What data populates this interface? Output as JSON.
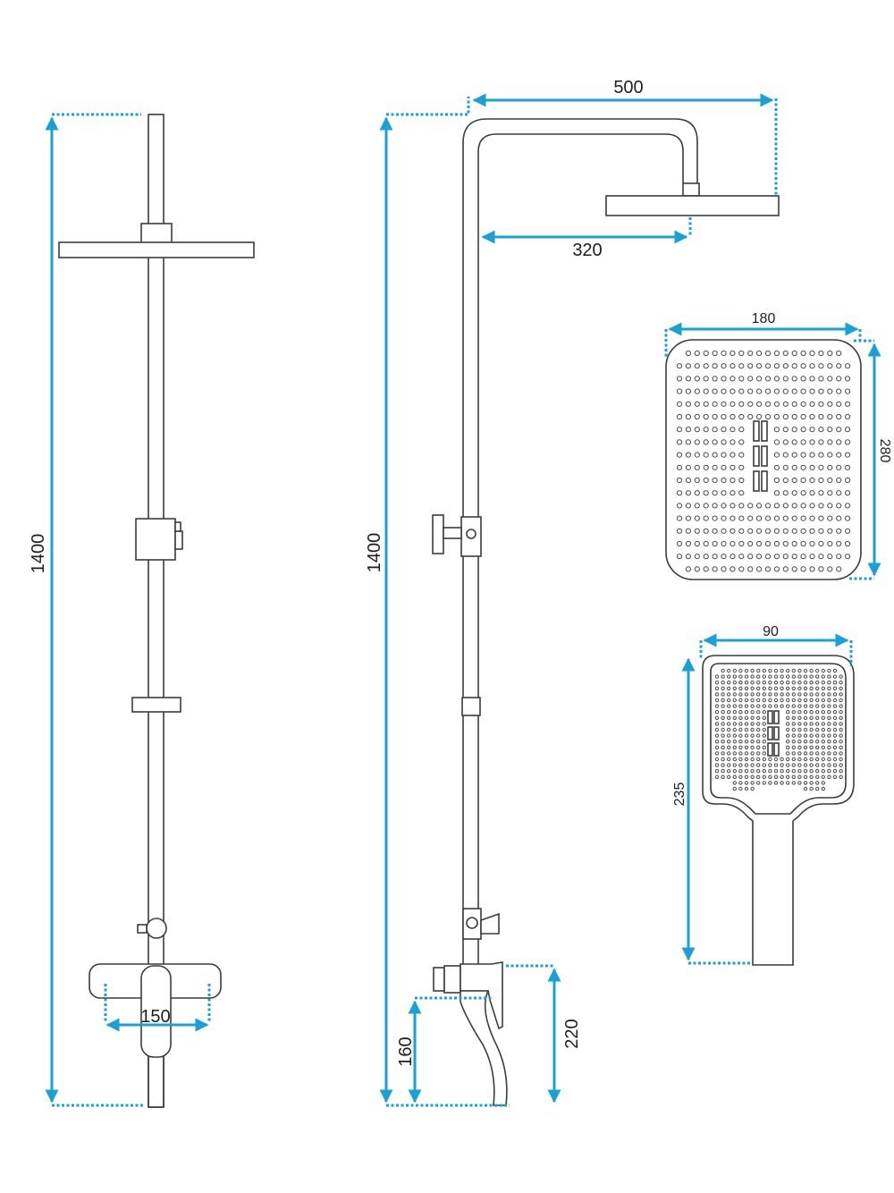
{
  "colors": {
    "dimension": "#1aa0d4",
    "outline": "#3c3c3c",
    "background": "#ffffff"
  },
  "dimensions": {
    "front_total_height": "1400",
    "side_total_height": "1400",
    "overhead_arm_length": "500",
    "head_offset": "320",
    "spout_width": "150",
    "spout_height": "160",
    "mixer_height": "220",
    "head_width": "180",
    "head_length": "280",
    "hand_width": "90",
    "hand_length": "235"
  }
}
